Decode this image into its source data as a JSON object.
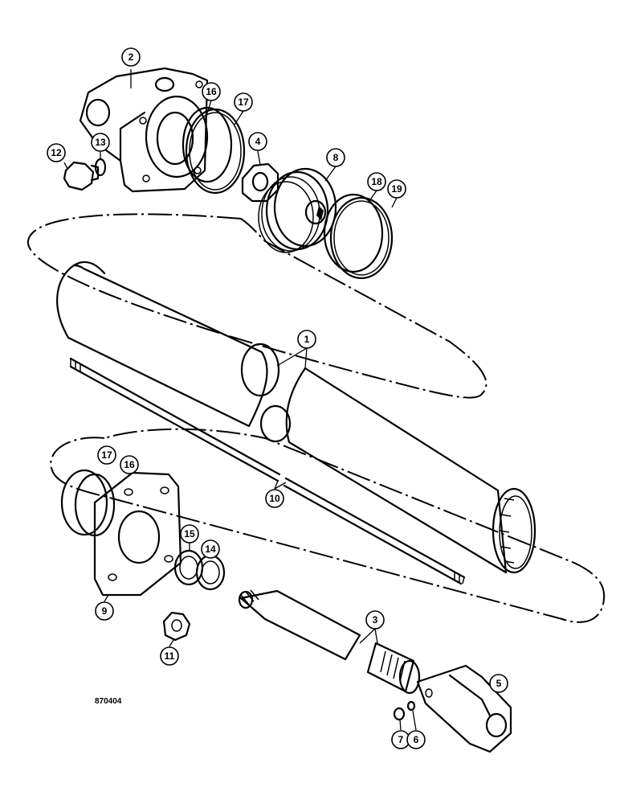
{
  "figure_number": "870404",
  "callouts": [
    {
      "id": "c1",
      "label": "1"
    },
    {
      "id": "c2",
      "label": "2"
    },
    {
      "id": "c3",
      "label": "3"
    },
    {
      "id": "c4",
      "label": "4"
    },
    {
      "id": "c5",
      "label": "5"
    },
    {
      "id": "c6",
      "label": "6"
    },
    {
      "id": "c7",
      "label": "7"
    },
    {
      "id": "c8",
      "label": "8"
    },
    {
      "id": "c9",
      "label": "9"
    },
    {
      "id": "c10",
      "label": "10"
    },
    {
      "id": "c11",
      "label": "11"
    },
    {
      "id": "c12",
      "label": "12"
    },
    {
      "id": "c13",
      "label": "13"
    },
    {
      "id": "c14",
      "label": "14"
    },
    {
      "id": "c15",
      "label": "15"
    },
    {
      "id": "c16a",
      "label": "16"
    },
    {
      "id": "c17a",
      "label": "17"
    },
    {
      "id": "c18",
      "label": "18"
    },
    {
      "id": "c19",
      "label": "19"
    },
    {
      "id": "c16b",
      "label": "16"
    },
    {
      "id": "c17b",
      "label": "17"
    }
  ]
}
